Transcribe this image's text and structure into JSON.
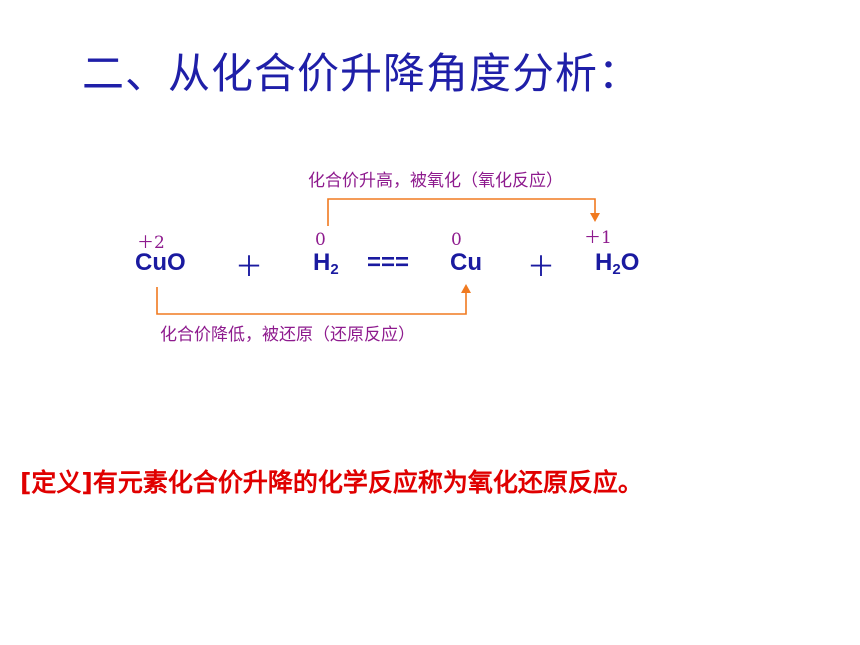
{
  "title": "二、从化合价升降角度分析：",
  "equation": {
    "reactant1": "CuO",
    "plus1": "＋",
    "reactant2_base": "H",
    "reactant2_sub": "2",
    "equals": "===",
    "product1": "Cu",
    "plus2": "＋",
    "product2_base": "H",
    "product2_sub": "2",
    "product2_tail": "O"
  },
  "oxidation_states": {
    "cu_in_cuo": "＋2",
    "h_in_h2": "0",
    "cu": "0",
    "h_in_h2o": "＋1"
  },
  "annotations": {
    "oxidation": "化合价升高，被氧化（氧化反应）",
    "reduction": "化合价降低，被还原（还原反应）"
  },
  "definition": {
    "tag": "[定义]",
    "text": "有元素化合价升降的化学反应称为氧化还原反应。"
  },
  "colors": {
    "title": "#1f1fa8",
    "annotation": "#8e1b8e",
    "arrow": "#f07a20",
    "definition": "#e00000"
  }
}
